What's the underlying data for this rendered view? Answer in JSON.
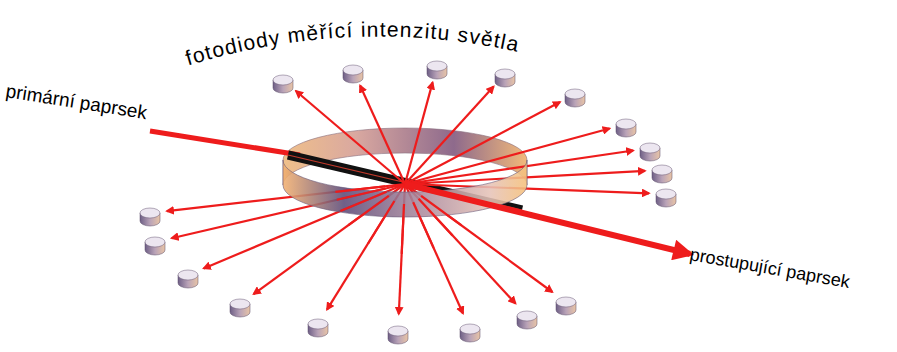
{
  "diagram": {
    "labels": [
      "fotodiody měřící intenzitu světla",
      "primární paprsek",
      "prostupující paprsek"
    ]
  }
}
